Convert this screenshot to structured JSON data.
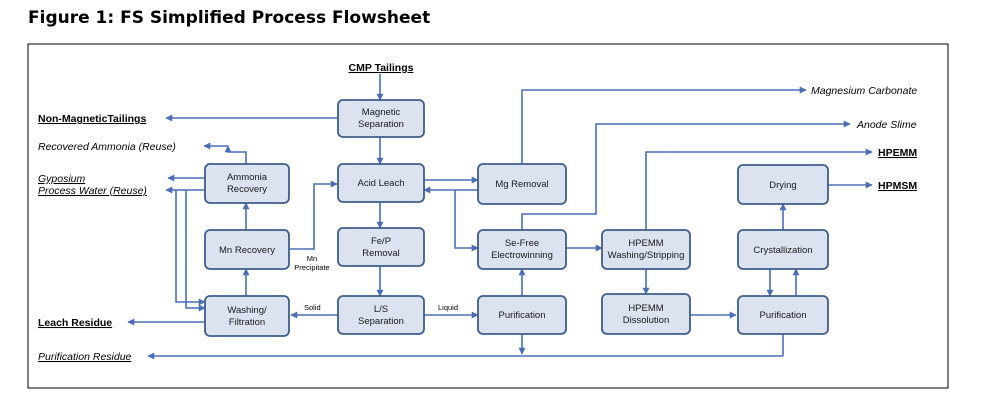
{
  "title": "Figure 1: FS Simplified Process Flowsheet",
  "nodes": {
    "magnetic_separation": [
      "Magnetic",
      "Separation"
    ],
    "acid_leach": [
      "Acid Leach"
    ],
    "ammonia_recovery": [
      "Ammonia",
      "Recovery"
    ],
    "mg_removal": [
      "Mg Removal"
    ],
    "mn_recovery": [
      "Mn Recovery"
    ],
    "fep_removal": [
      "Fe/P",
      "Removal"
    ],
    "se_free_electrowinning": [
      "Se-Free",
      "Electrowinning"
    ],
    "hpemm_washing_stripping": [
      "HPEMM",
      "Washing/Stripping"
    ],
    "crystallization": [
      "Crystallization"
    ],
    "drying": [
      "Drying"
    ],
    "washing_filtration": [
      "Washing/",
      "Filtration"
    ],
    "ls_separation": [
      "L/S",
      "Separation"
    ],
    "purification_1": [
      "Purification"
    ],
    "hpemm_dissolution": [
      "HPEMM",
      "Dissolution"
    ],
    "purification_2": [
      "Purification"
    ]
  },
  "streams": {
    "cmp_tailings": "CMP Tailings",
    "non_magnetic_tailings": "Non-MagneticTailings",
    "recovered_ammonia": "Recovered Ammonia (Reuse)",
    "gyposium": "Gyposium",
    "process_water": "Process Water (Reuse)",
    "leach_residue": "Leach Residue",
    "purification_residue": "Purification Residue",
    "magnesium_carbonate": "Magnesium Carbonate",
    "anode_slime": "Anode Slime",
    "hpemm": "HPEMM",
    "hpmsm": "HPMSM"
  },
  "edge_labels": {
    "mn_precipitate": [
      "Mn",
      "Precipitate"
    ],
    "solid": "Solid",
    "liquid": "Liquid"
  },
  "colors": {
    "box_fill": "#dbe3f0",
    "box_border": "#3f5d8a",
    "arrow": "#4a6fb5",
    "frame": "#000000"
  }
}
